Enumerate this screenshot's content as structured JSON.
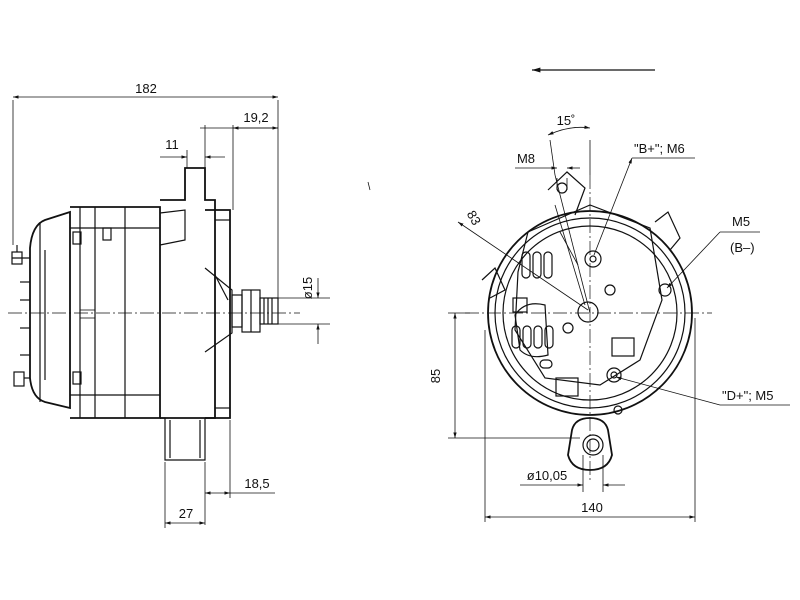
{
  "side_view": {
    "dim_length": "182",
    "dim_terminal": "19,2",
    "dim_shaft": "11",
    "dim_diameter": "ø15",
    "dim_flange": "18,5",
    "dim_mount": "27"
  },
  "front_view": {
    "dim_angle": "15˚",
    "dim_bolt": "M8",
    "dim_radius": "83",
    "label_b_plus": "\"B+\"; M6",
    "label_m5": "M5",
    "label_b_minus": "(B–)",
    "label_d_plus": "\"D+\"; M5",
    "dim_height": "85",
    "dim_hole": "ø10,05",
    "dim_width": "140"
  }
}
